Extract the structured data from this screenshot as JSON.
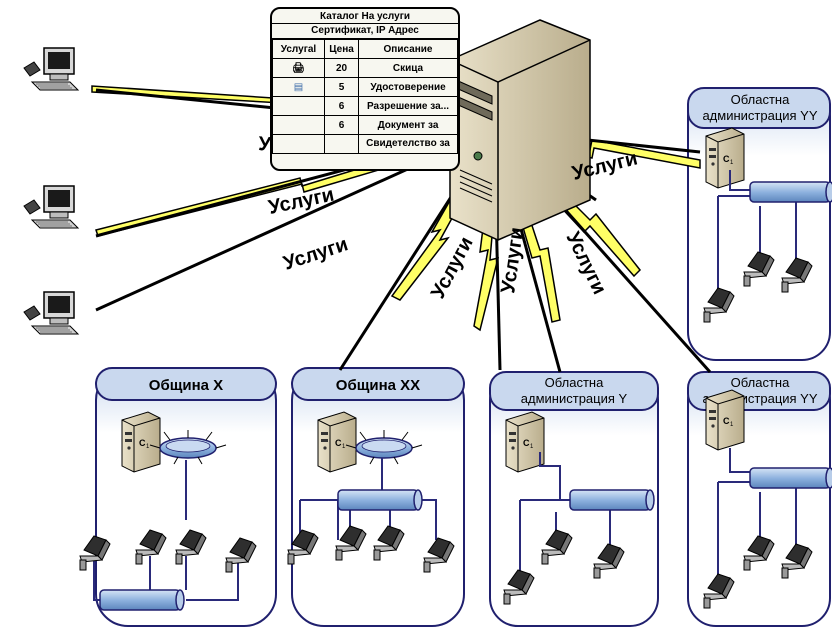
{
  "catalog": {
    "title": "Каталог На услуги",
    "subtitle": "Сертификат, IP Адрес",
    "headers": [
      "Услугаl",
      "Цена",
      "Описание"
    ],
    "rows": [
      {
        "price": "20",
        "desc": "Скица"
      },
      {
        "price": "5",
        "desc": "Удостоверение"
      },
      {
        "price": "6",
        "desc": "Разрешение за..."
      },
      {
        "price": "6",
        "desc": "Документ за"
      },
      {
        "price": "",
        "desc": "Свидетелство за"
      }
    ]
  },
  "link_label": "Услуги",
  "groups": {
    "obshtina_x": "Община  X",
    "obshtina_xx": "Община  XX",
    "admin_y": "Областна администрация  Y",
    "admin_yy_top_line1": "Областна",
    "admin_yy_top_line2": "администрация YY",
    "admin_y_line1": "Областна",
    "admin_y_line2": "администрация  Y",
    "admin_yy_bottom_line1": "Областна",
    "admin_yy_bottom_line2": "администрация YY"
  },
  "server_tag": "C1",
  "colors": {
    "lightning": "#ffff66",
    "group_fill": "#dde8f5",
    "group_border": "#20206e",
    "bus": "#8fb3df",
    "lan_line": "#2a2a7a"
  }
}
